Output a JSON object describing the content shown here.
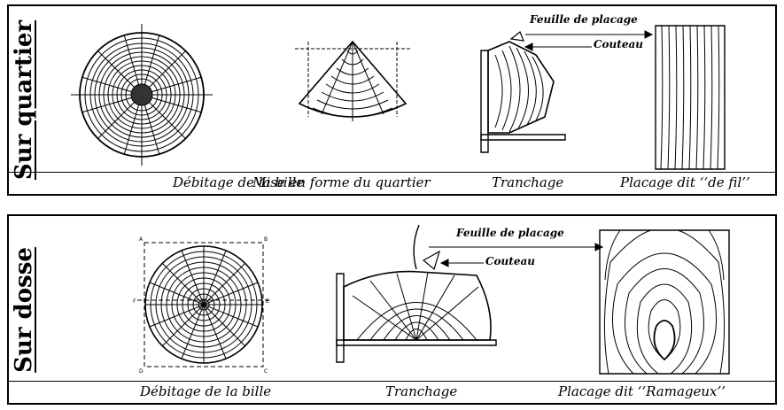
{
  "panels": [
    {
      "title": "Sur quartier",
      "captions": [
        "Débitage de la bille",
        "Mise en forme du quartier",
        "Tranchage",
        "Placage dit ‘‘de fil’’"
      ],
      "labels": {
        "sheet": "Feuille de placage",
        "knife": "Couteau"
      }
    },
    {
      "title": "Sur dosse",
      "captions": [
        "Débitage de la bille",
        "Tranchage",
        "Placage dit ‘‘Ramageux’’"
      ],
      "labels": {
        "sheet": "Feuille de placage",
        "knife": "Couteau"
      },
      "corner_letters": [
        "A",
        "B",
        "C",
        "D",
        "E",
        "F"
      ]
    }
  ]
}
